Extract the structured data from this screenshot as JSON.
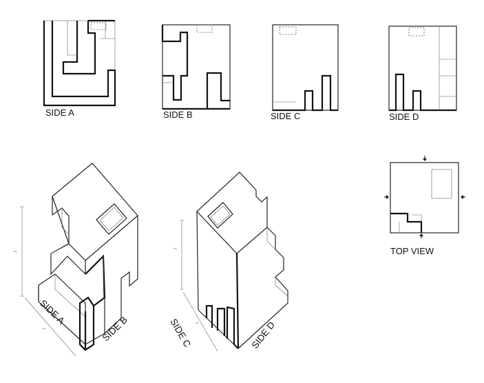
{
  "labels": {
    "side_a": "SIDE A",
    "side_b": "SIDE B",
    "side_c": "SIDE C",
    "side_d": "SIDE D",
    "top_view": "TOP VIEW",
    "iso_side_a": "SIDE A",
    "iso_side_b": "SIDE B",
    "iso_side_c": "SIDE C",
    "iso_side_d": "SIDE D"
  },
  "colors": {
    "ink": "#111111",
    "paper": "#ffffff"
  }
}
